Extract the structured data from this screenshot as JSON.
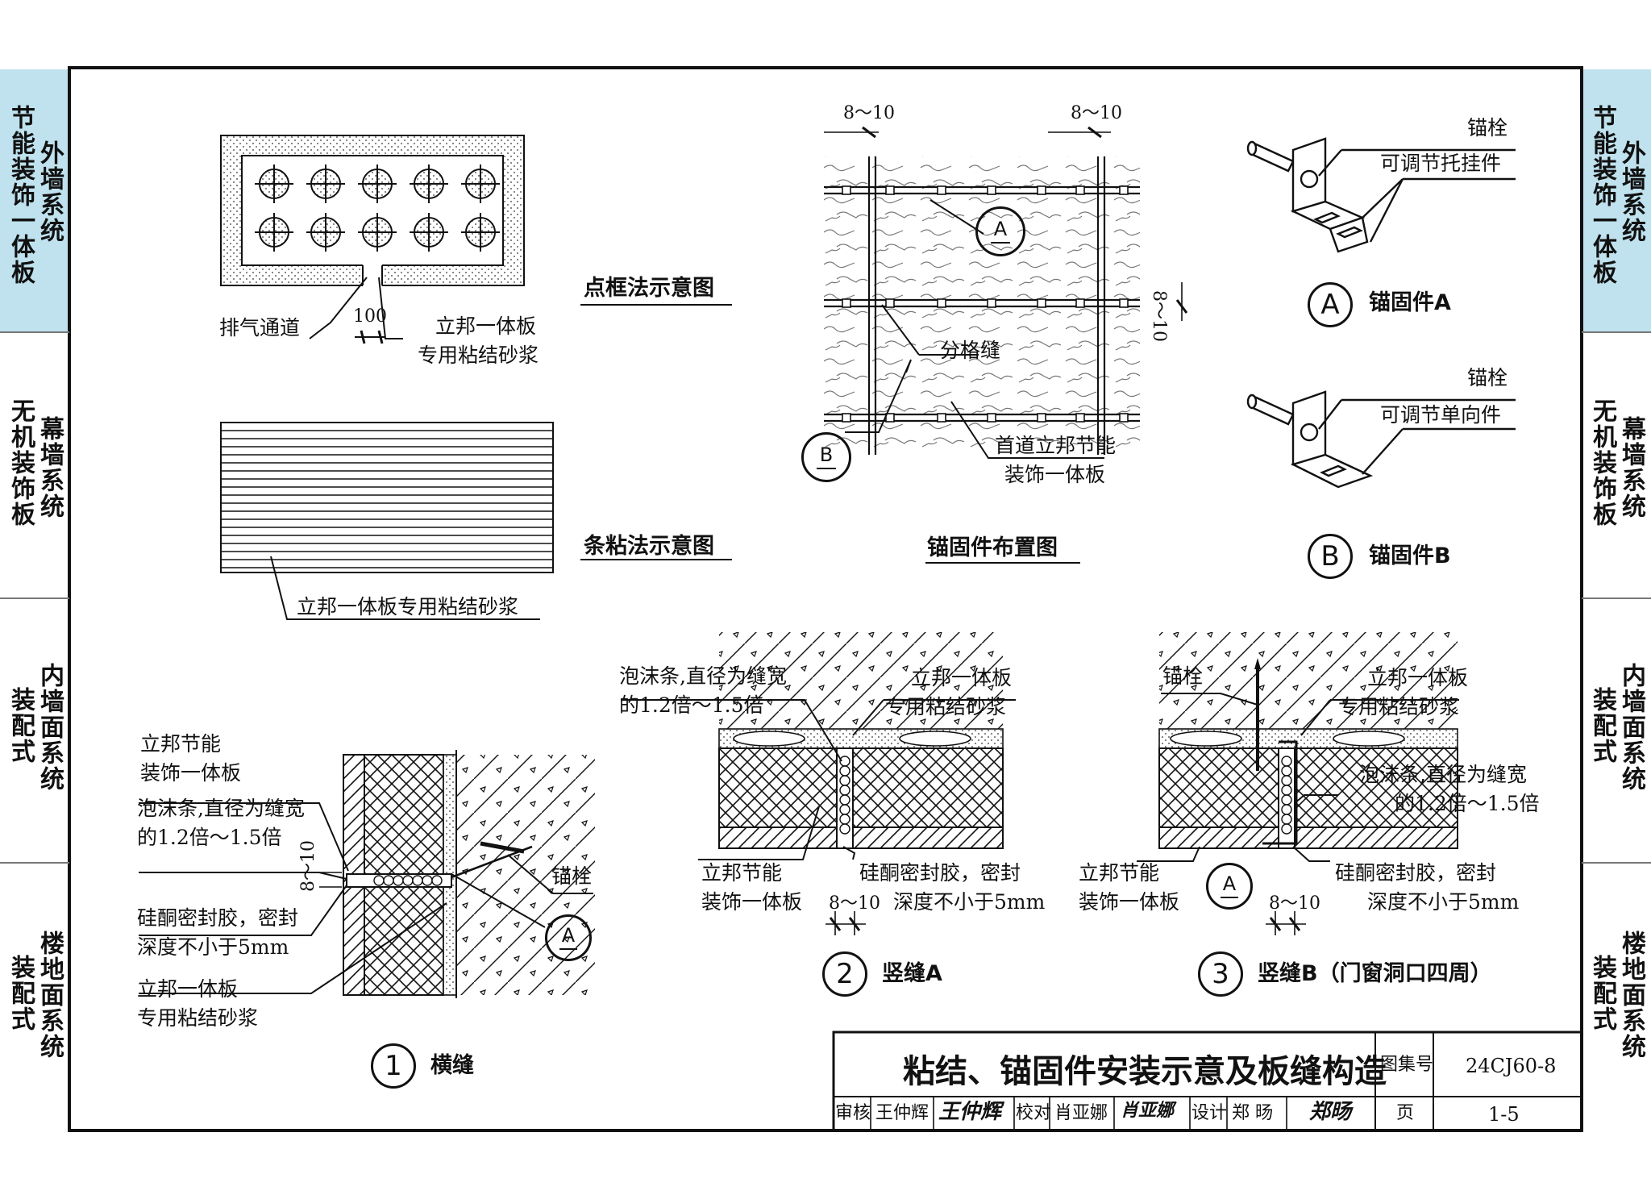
{
  "sidebar": {
    "left": [
      {
        "col1": "节能装饰一体板",
        "col2": "外墙系统"
      },
      {
        "col1": "无机装饰板",
        "col2": "幕墙系统"
      },
      {
        "col1": "装配式",
        "col2": "内墙面系统"
      },
      {
        "col1": "装配式",
        "col2": "楼地面系统"
      }
    ],
    "right": [
      {
        "col1": "节能装饰一体板",
        "col2": "外墙系统"
      },
      {
        "col1": "无机装饰板",
        "col2": "幕墙系统"
      },
      {
        "col1": "装配式",
        "col2": "内墙面系统"
      },
      {
        "col1": "装配式",
        "col2": "楼地面系统"
      }
    ]
  },
  "dotframe": {
    "title": "点框法示意图",
    "vent": "排气通道",
    "dim": "100",
    "mortar_l1": "立邦一体板",
    "mortar_l2": "专用粘结砂浆"
  },
  "stripbond": {
    "title": "条粘法示意图",
    "mortar": "立邦一体板专用粘结砂浆"
  },
  "anchorlayout": {
    "title": "锚固件布置图",
    "dim_top_left": "8～10",
    "dim_top_right": "8～10",
    "dim_right": "8～10",
    "joint": "分格缝",
    "panel_l1": "首道立邦节能",
    "panel_l2": "装饰一体板",
    "tag_a": "A",
    "tag_b": "B"
  },
  "anchor_a": {
    "bolt": "锚栓",
    "part": "可调节托挂件",
    "title": "锚固件A",
    "letter": "A"
  },
  "anchor_b": {
    "bolt": "锚栓",
    "part": "可调节单向件",
    "title": "锚固件B",
    "letter": "B"
  },
  "detail1": {
    "num": "1",
    "title": "横缝",
    "panel_l1": "立邦节能",
    "panel_l2": "装饰一体板",
    "foam_l1": "泡沫条,直径为缝宽",
    "foam_l2": "的1.2倍～1.5倍",
    "dim": "8～10",
    "seal_l1": "硅酮密封胶，密封",
    "seal_l2": "深度不小于5mm",
    "mortar_l1": "立邦一体板",
    "mortar_l2": "专用粘结砂浆",
    "bolt": "锚栓",
    "tag": "A"
  },
  "detail2": {
    "num": "2",
    "title": "竖缝A",
    "foam_l1": "泡沫条,直径为缝宽",
    "foam_l2": "的1.2倍～1.5倍",
    "mortar_l1": "立邦一体板",
    "mortar_l2": "专用粘结砂浆",
    "panel_l1": "立邦节能",
    "panel_l2": "装饰一体板",
    "seal_l1": "硅酮密封胶，密封",
    "seal_l2": "深度不小于5mm",
    "dim": "8～10"
  },
  "detail3": {
    "num": "3",
    "title": "竖缝B（门窗洞口四周）",
    "bolt": "锚栓",
    "mortar_l1": "立邦一体板",
    "mortar_l2": "专用粘结砂浆",
    "foam_l1": "泡沫条,直径为缝宽",
    "foam_l2": "的1.2倍～1.5倍",
    "panel_l1": "立邦节能",
    "panel_l2": "装饰一体板",
    "seal_l1": "硅酮密封胶，密封",
    "seal_l2": "深度不小于5mm",
    "dim": "8～10",
    "tag": "A"
  },
  "titleblock": {
    "title": "粘结、锚固件安装示意及板缝构造",
    "atlas_label": "图集号",
    "atlas_no": "24CJ60-8",
    "review_label": "审核",
    "reviewer": "王仲辉",
    "reviewer_sig": "王仲辉",
    "check_label": "校对",
    "checker": "肖亚娜",
    "checker_sig": "肖亚娜",
    "design_label": "设计",
    "designer": "郑 旸",
    "designer_sig": "郑旸",
    "page_label": "页",
    "page_no": "1-5"
  }
}
